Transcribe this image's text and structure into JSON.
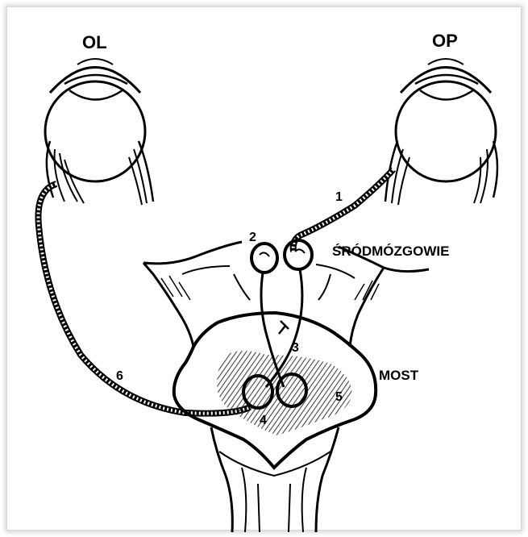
{
  "diagram": {
    "eye_left_label": "OL",
    "eye_right_label": "OP",
    "midbrain_label": "ŚRÓDMÓZGOWIE",
    "pons_label": "MOST",
    "numbers": [
      "1",
      "2",
      "3",
      "4",
      "5",
      "6"
    ]
  },
  "colors": {
    "ink": "#000000",
    "shade": "#3a3a3a",
    "frame_shadow": "#b0b0b0"
  }
}
